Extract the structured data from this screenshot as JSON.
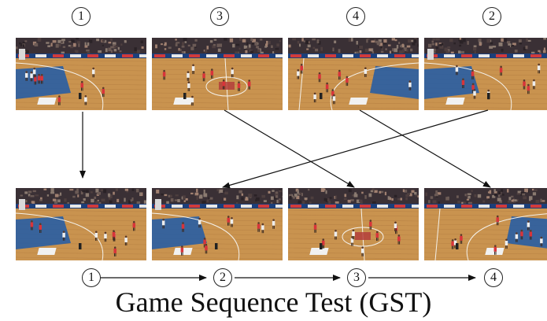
{
  "caption": "Game Sequence Test (GST)",
  "top_row": {
    "labels": [
      "1",
      "3",
      "4",
      "2"
    ]
  },
  "bottom_row": {
    "labels": [
      "1",
      "2",
      "3",
      "4"
    ]
  },
  "frame_description_images": "basketball court video frames",
  "colors": {
    "court": "#c9934f",
    "paint": "#1f5aa8",
    "line": "#111111"
  }
}
